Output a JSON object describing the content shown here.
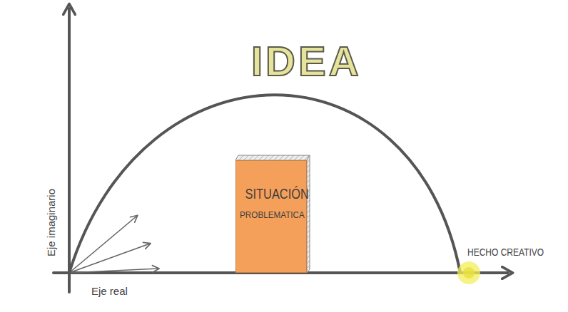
{
  "diagram": {
    "title": "IDEA",
    "nodes": [
      {
        "text": [
          "SITUACIÓN",
          "PROBLEMATICA"
        ]
      }
    ],
    "labels": [
      "Eje imaginario",
      "Eje real",
      "HECHO CREATIVO"
    ]
  }
}
